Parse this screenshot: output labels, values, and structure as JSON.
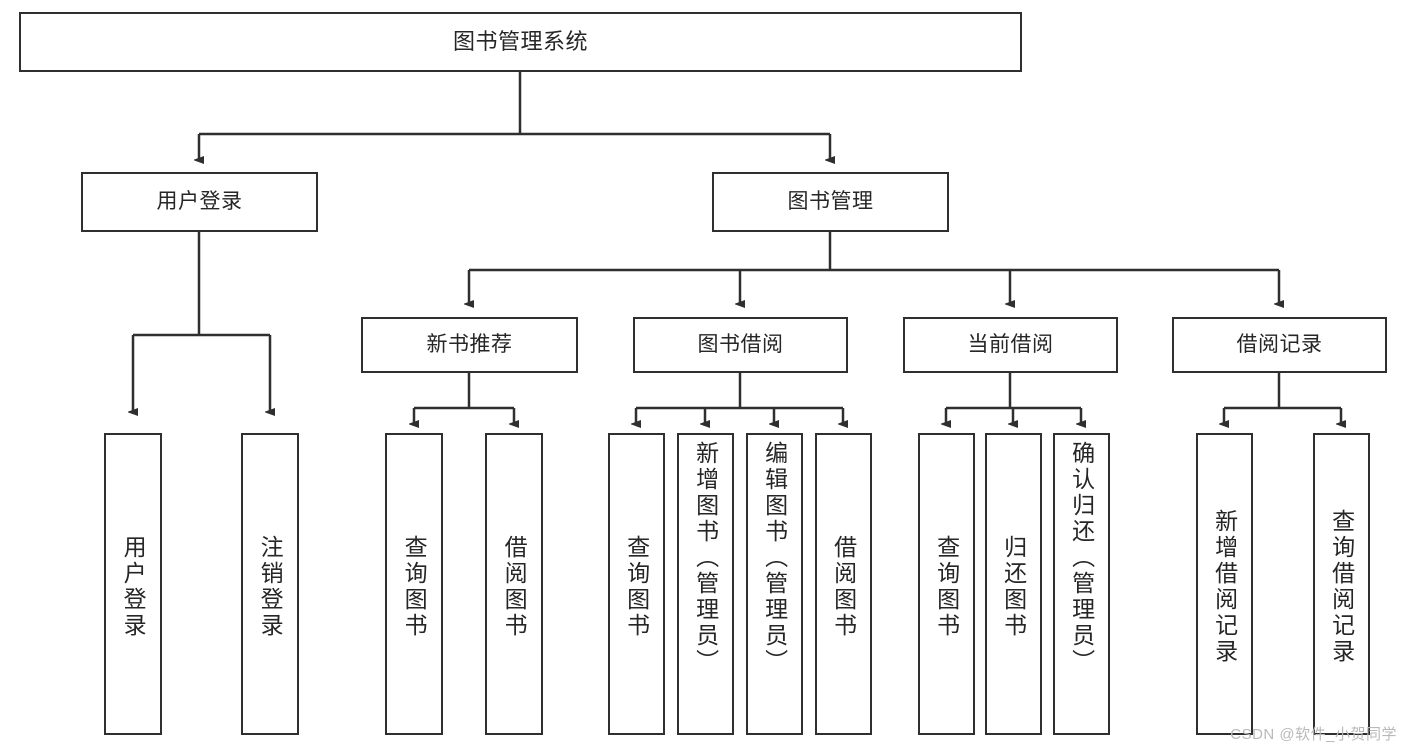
{
  "diagram": {
    "title": "图书管理系统",
    "type": "tree-hierarchy-chart",
    "root": {
      "label": "图书管理系统"
    },
    "level2": [
      {
        "label": "用户登录"
      },
      {
        "label": "图书管理"
      }
    ],
    "level3": [
      {
        "label": "新书推荐"
      },
      {
        "label": "图书借阅"
      },
      {
        "label": "当前借阅"
      },
      {
        "label": "借阅记录"
      }
    ],
    "leaves": {
      "user_login": [
        {
          "label": "用户登录"
        },
        {
          "label": "注销登录"
        }
      ],
      "new_book_recommend": [
        {
          "label": "查询图书"
        },
        {
          "label": "借阅图书"
        }
      ],
      "book_borrow": [
        {
          "label": "查询图书"
        },
        {
          "label": "新增图书（管理员）"
        },
        {
          "label": "编辑图书（管理员）"
        },
        {
          "label": "借阅图书"
        }
      ],
      "current_borrow": [
        {
          "label": "查询图书"
        },
        {
          "label": "归还图书"
        },
        {
          "label": "确认归还（管理员）"
        }
      ],
      "borrow_record": [
        {
          "label": "新增借阅记录"
        },
        {
          "label": "查询借阅记录"
        }
      ]
    }
  },
  "watermark": {
    "text": "CSDN @软件_小贺同学"
  },
  "colors": {
    "border": "#2f2f2f",
    "text": "#262626",
    "background": "#ffffff",
    "watermark": "#b9b9b9"
  }
}
